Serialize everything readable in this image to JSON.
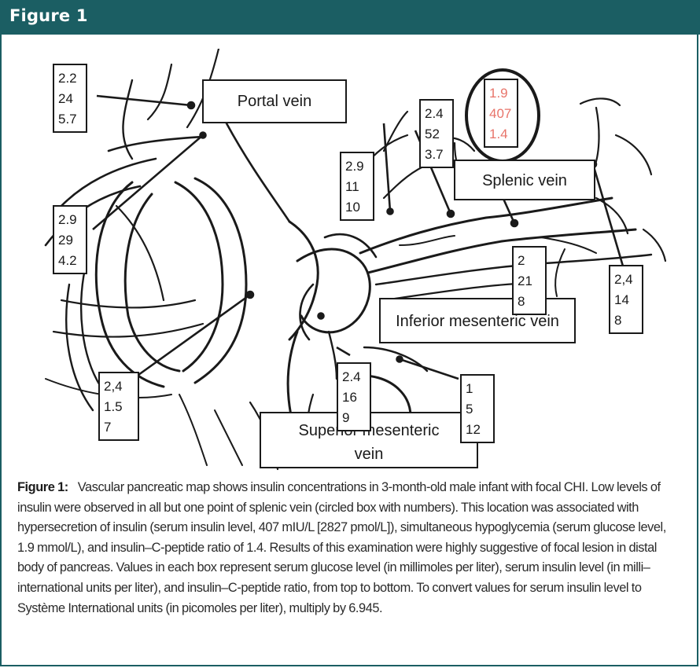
{
  "figure": {
    "label": "Figure 1"
  },
  "diagram": {
    "vein_labels": {
      "portal": "Portal vein",
      "splenic": "Splenic vein",
      "inferior_mesenteric": "Inferior mesenteric vein",
      "superior_mesenteric_line1": "Superior mesenteric",
      "superior_mesenteric_line2": "vein"
    },
    "sample_points": [
      {
        "glucose": "2.2",
        "insulin": "24",
        "ratio": "5.7"
      },
      {
        "glucose": "2.9",
        "insulin": "29",
        "ratio": "4.2"
      },
      {
        "glucose": "2.9",
        "insulin": "11",
        "ratio": "10"
      },
      {
        "glucose": "2.4",
        "insulin": "52",
        "ratio": "3.7"
      },
      {
        "glucose": "1.9",
        "insulin": "407",
        "ratio": "1.4",
        "highlighted": true
      },
      {
        "glucose": "2",
        "insulin": "21",
        "ratio": "8"
      },
      {
        "glucose": "2,4",
        "insulin": "14",
        "ratio": "8"
      },
      {
        "glucose": "2.4",
        "insulin": "16",
        "ratio": "9"
      },
      {
        "glucose": "1",
        "insulin": "5",
        "ratio": "12"
      },
      {
        "glucose": "2,4",
        "insulin": "1.5",
        "ratio": "7"
      }
    ],
    "highlight_color": "#e8746a"
  },
  "caption": {
    "label": "Figure 1:",
    "text": "Vascular pancreatic map shows insulin concentrations in 3-month-old male infant with focal CHI. Low levels of insulin were observed in all but one point of splenic vein (circled box with numbers). This location was associated with hypersecretion of insulin (serum insulin level, 407 mIU/L [2827 pmol/L]), simultaneous hypoglycemia (serum glucose level, 1.9 mmol/L), and insulin–C-peptide ratio of 1.4. Results of this examination were highly suggestive of focal lesion in distal body of pancreas. Values in each box represent serum glucose level (in millimoles per liter), serum insulin level (in milli–international units per liter), and insulin–C-peptide ratio, from top to bottom. To convert values for serum insulin level to Système International units (in picomoles per liter), multiply by 6.945."
  },
  "colors": {
    "header": "#1b5e63",
    "ink": "#1a1a1a"
  }
}
